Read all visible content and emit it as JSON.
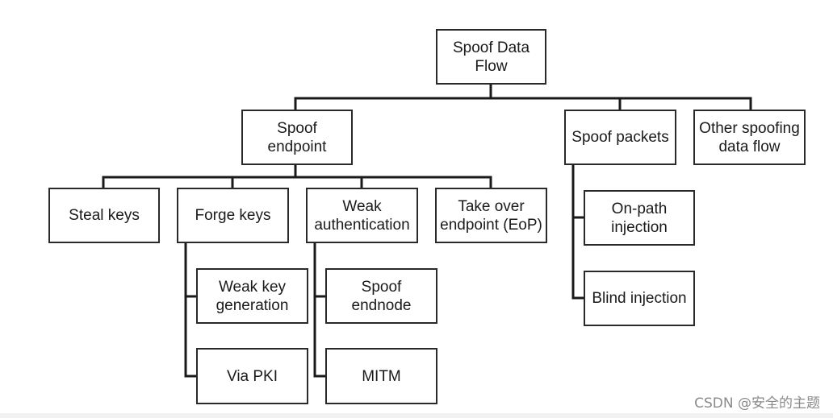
{
  "diagram": {
    "nodes": {
      "root": "Spoof Data\nFlow",
      "spoof_endpoint": "Spoof\nendpoint",
      "spoof_packets": "Spoof packets",
      "other_spoofing": "Other spoofing\ndata flow",
      "steal_keys": "Steal keys",
      "forge_keys": "Forge keys",
      "weak_auth": "Weak\nauthentication",
      "take_over": "Take over\nendpoint (EoP)",
      "weak_key_gen": "Weak key\ngeneration",
      "via_pki": "Via PKI",
      "spoof_endnode": "Spoof\nendnode",
      "mitm": "MITM",
      "on_path": "On-path\ninjection",
      "blind_injection": "Blind injection"
    }
  },
  "watermark": "CSDN @安全的主题"
}
